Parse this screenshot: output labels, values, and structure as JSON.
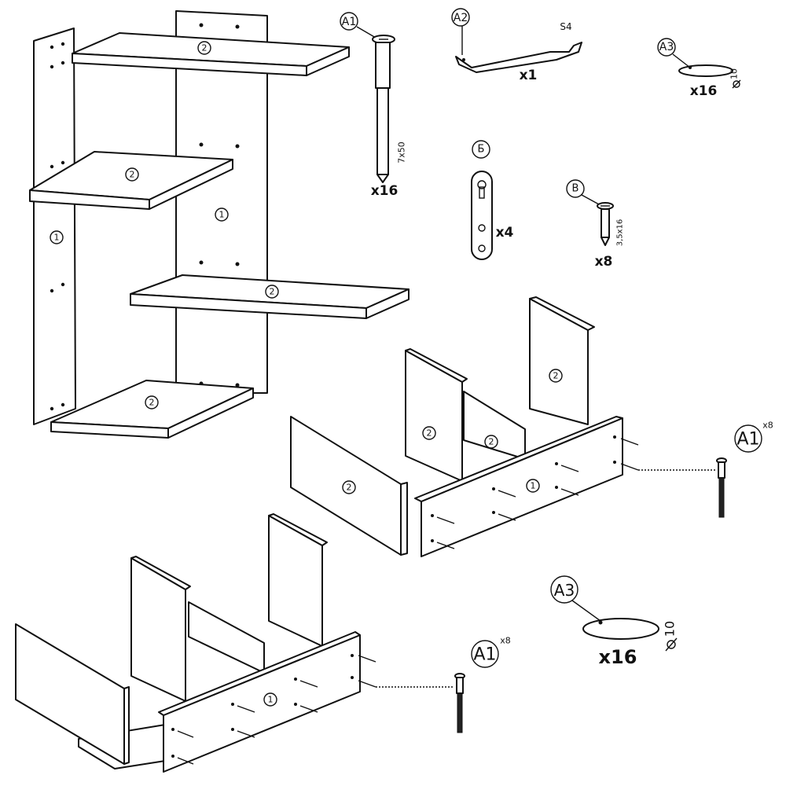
{
  "parts": {
    "side_panel": "1",
    "shelf": "2"
  },
  "hardware": {
    "a1": {
      "code": "A1",
      "size": "7x50",
      "qty": "x16"
    },
    "a2": {
      "code": "A2",
      "size": "S4",
      "qty": "x1"
    },
    "a3": {
      "code": "A3",
      "size": "10",
      "qty": "x16"
    },
    "b": {
      "code": "Б",
      "qty": "x4"
    },
    "v": {
      "code": "В",
      "size": "3,5x16",
      "qty": "x8"
    }
  },
  "step1": {
    "a1_code": "A1",
    "a1_qty": "x8"
  },
  "step2": {
    "a1_code": "A1",
    "a1_qty": "x8",
    "a3_code": "A3",
    "a3_size": "10",
    "a3_qty": "x16"
  }
}
